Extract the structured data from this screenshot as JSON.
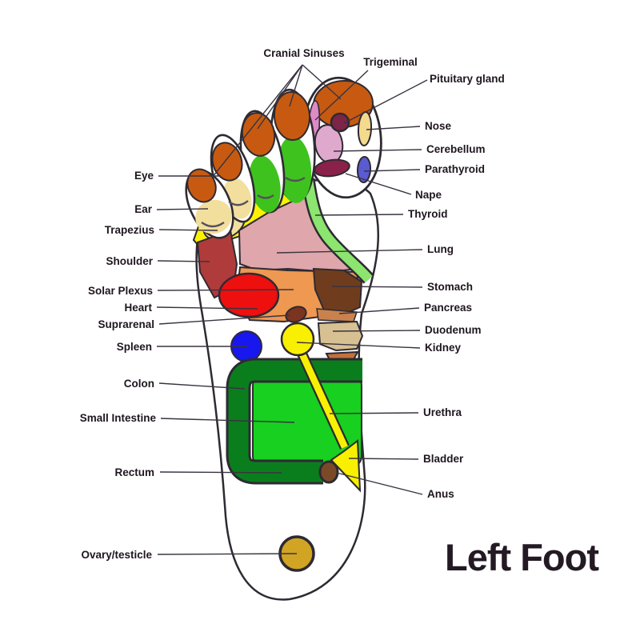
{
  "title": "Left Foot",
  "labels": {
    "cranial_sinuses": "Cranial Sinuses",
    "trigeminal": "Trigeminal",
    "pituitary_gland": "Pituitary gland",
    "nose": "Nose",
    "cerebellum": "Cerebellum",
    "parathyroid": "Parathyroid",
    "nape": "Nape",
    "thyroid": "Thyroid",
    "lung": "Lung",
    "stomach": "Stomach",
    "pancreas": "Pancreas",
    "duodenum": "Duodenum",
    "kidney": "Kidney",
    "urethra": "Urethra",
    "bladder": "Bladder",
    "anus": "Anus",
    "eye": "Eye",
    "ear": "Ear",
    "trapezius": "Trapezius",
    "shoulder": "Shoulder",
    "solar_plexus": "Solar Plexus",
    "heart": "Heart",
    "suprarenal": "Suprarenal",
    "spleen": "Spleen",
    "colon": "Colon",
    "small_intestine": "Small Intestine",
    "rectum": "Rectum",
    "ovary_testicle": "Ovary/testicle"
  },
  "zone_colors": {
    "toe_tip": "#C75A10",
    "toe_pad_beige": "#F2DF9E",
    "toe_web_green": "#3EC31E",
    "trigeminal": "#DD8AC6",
    "pituitary": "#7C2546",
    "cerebellum": "#DFA9CE",
    "nape": "#8A2149",
    "nose": "#F3DA8D",
    "parathyroid": "#5A5BD0",
    "trapezius": "#FBF203",
    "thyroid": "#8BE56E",
    "shoulder": "#B03B3B",
    "lung": "#DFA6AB",
    "solar_plexus": "#EF9851",
    "heart": "#EE0F0F",
    "stomach": "#6F3D1E",
    "pancreas": "#C9824E",
    "suprarenal": "#7B341F",
    "duodenum": "#D7C193",
    "descending_wedge": "#C5713C",
    "kidney_urinary": "#F8F000",
    "spleen": "#1717EE",
    "colon": "#0A7E1D",
    "small_intestine": "#17D01F",
    "anus": "#7A4A28",
    "ovary": "#D2A424"
  }
}
